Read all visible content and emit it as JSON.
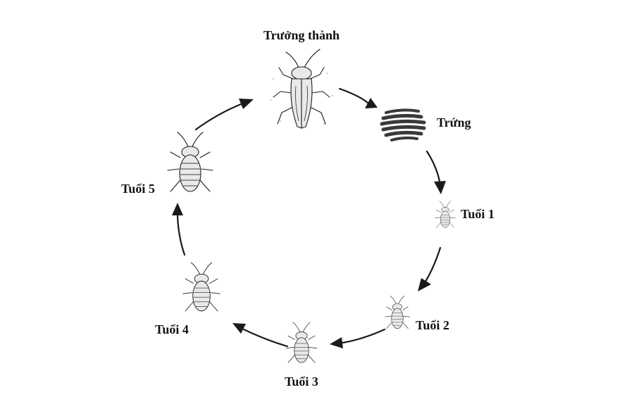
{
  "diagram": {
    "stages": [
      {
        "id": "adult",
        "label": "Trưởng thành"
      },
      {
        "id": "egg",
        "label": "Trứng"
      },
      {
        "id": "instar1",
        "label": "Tuổi 1"
      },
      {
        "id": "instar2",
        "label": "Tuổi 2"
      },
      {
        "id": "instar3",
        "label": "Tuổi 3"
      },
      {
        "id": "instar4",
        "label": "Tuổi 4"
      },
      {
        "id": "instar5",
        "label": "Tuổi 5"
      }
    ],
    "arrows": [
      {
        "from": "adult",
        "to": "egg"
      },
      {
        "from": "egg",
        "to": "instar1"
      },
      {
        "from": "instar1",
        "to": "instar2"
      },
      {
        "from": "instar2",
        "to": "instar3"
      },
      {
        "from": "instar3",
        "to": "instar4"
      },
      {
        "from": "instar4",
        "to": "instar5"
      },
      {
        "from": "instar5",
        "to": "adult"
      }
    ]
  }
}
